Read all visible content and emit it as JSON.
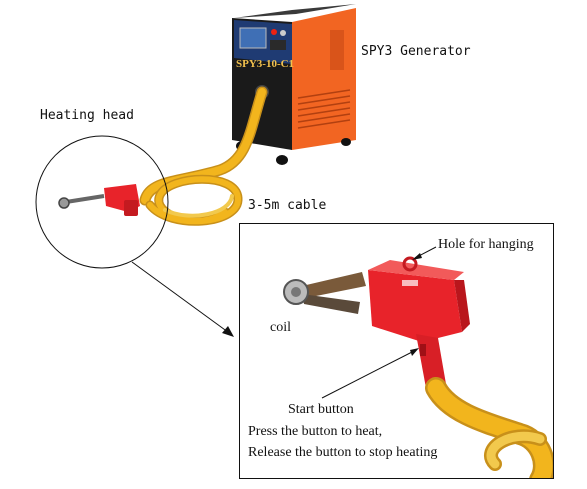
{
  "labels": {
    "generator": "SPY3 Generator",
    "model_plate": "SPY3-10-C1",
    "heating_head": "Heating head",
    "cable": "3-5m cable",
    "hole": "Hole for hanging",
    "coil": "coil",
    "start_button": "Start button",
    "press": "Press the button to heat,",
    "release": "Release the button to stop heating"
  },
  "colors": {
    "generator_body": "#f26522",
    "generator_front": "#1a1a1a",
    "head_red": "#e8232a",
    "cable_yellow": "#f2b51d"
  }
}
